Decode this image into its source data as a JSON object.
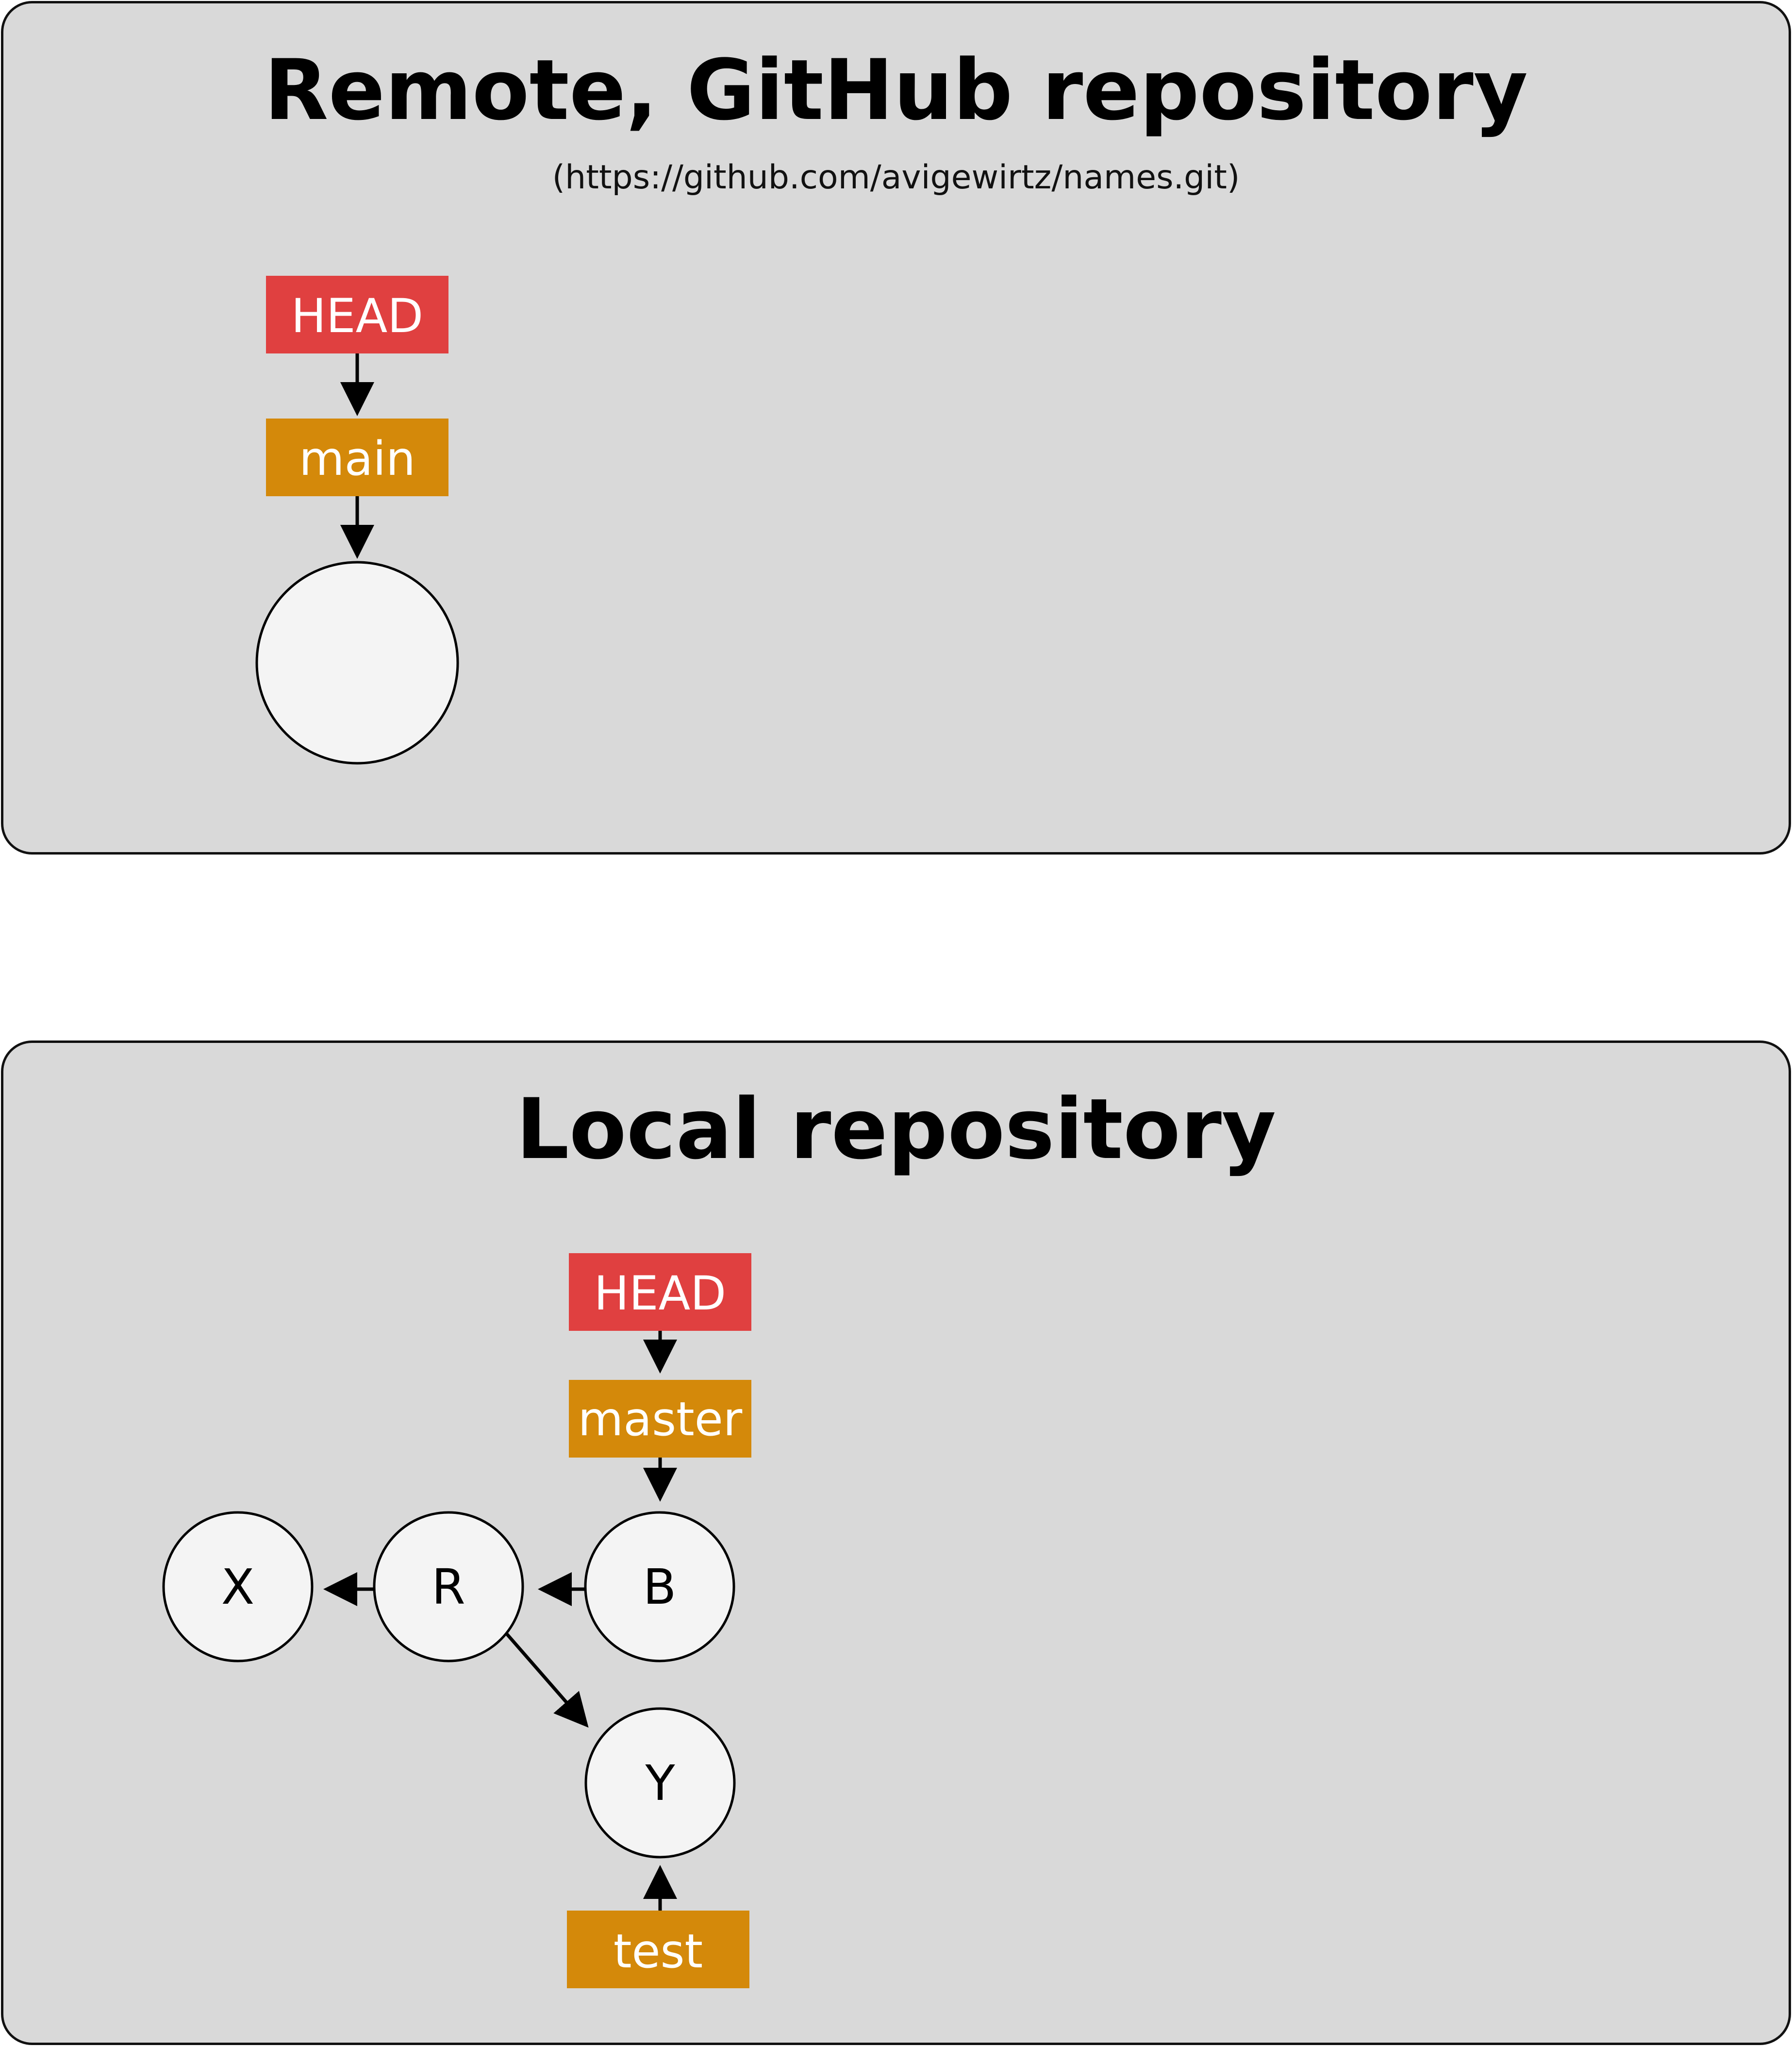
{
  "colors": {
    "head": "#e04040",
    "branch": "#d4890a",
    "panel": "#d9d9d9",
    "node_fill": "#f4f4f4"
  },
  "remote": {
    "title": "Remote, GitHub repository",
    "url": "(https://github.com/avigewirtz/names.git)",
    "head_label": "HEAD",
    "branch_label": "main"
  },
  "local": {
    "title": "Local repository",
    "head_label": "HEAD",
    "branch_label": "master",
    "test_label": "test",
    "commits": {
      "x": "X",
      "r": "R",
      "b": "B",
      "y": "Y"
    }
  }
}
